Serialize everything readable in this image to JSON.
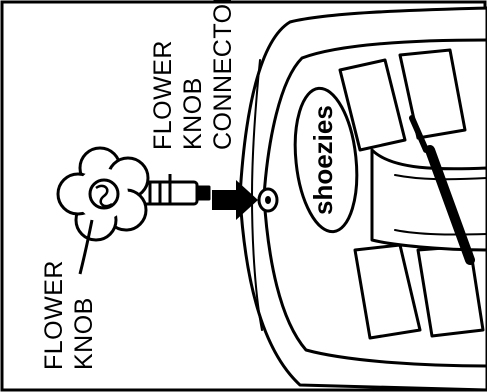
{
  "labels": {
    "connector": [
      "FLOWER",
      "KNOB",
      "CONNECTOR"
    ],
    "knob": [
      "FLOWER",
      "KNOB"
    ]
  },
  "brand": {
    "text": "shoezies"
  },
  "colors": {
    "ink": "#000000",
    "paper": "#ffffff"
  },
  "icons": [
    "flower-knob-icon",
    "arrow-icon",
    "shoe-illustration"
  ]
}
